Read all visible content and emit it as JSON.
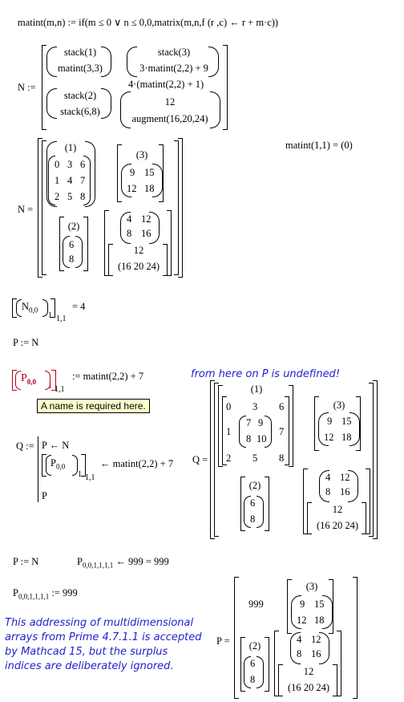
{
  "line1": "matint(m,n) := if(m ≤ 0 ∨ n ≤ 0,0,matrix(m,n,f (r ,c) ← r + m·c))",
  "def_N": {
    "lhs": "N :=",
    "c11a": "stack(1)",
    "c11b": "matint(3,3)",
    "c12a": "stack(3)",
    "c12b": "3·matint(2,2) + 9",
    "c21a": "stack(2)",
    "c21b": "stack(6,8)",
    "c22a": "4·(matint(2,2) + 1)",
    "c22b": "12",
    "c22c": "augment(16,20,24)"
  },
  "eval_N": {
    "lhs": "N =",
    "m1": [
      "(1)"
    ],
    "m1grid": [
      "0",
      "3",
      "6",
      "1",
      "4",
      "7",
      "2",
      "5",
      "8"
    ],
    "m2": "(3)",
    "m2grid": [
      "9",
      "15",
      "12",
      "18"
    ],
    "m3": "(2)",
    "m3a": "6",
    "m3b": "8",
    "m4grid": [
      "4",
      "12",
      "8",
      "16"
    ],
    "m4c": "12",
    "m4d": "(16  20  24)"
  },
  "matint11": "matint(1,1) = (0)",
  "nsub": {
    "lhs": "N",
    "sub1": "0,0",
    "sub2": "1",
    "sub3": "1,1",
    "result": "= 4"
  },
  "passign": "P := N",
  "pred": {
    "lhs": "P",
    "sub1": "0,0",
    "sub2": "1",
    "sub3": "1,1",
    "rhs": ":= matint(2,2) + 7"
  },
  "tooltip": "A name is required here.",
  "note1": "from here on P is undefined!",
  "q": {
    "lhs": "Q :=",
    "l1": "P ← N",
    "l2a": "P",
    "l2sub1": "0,0",
    "l2sub2": "1",
    "l2sub3": "1,1",
    "l2rhs": "← matint(2,2) + 7",
    "l3": "P",
    "eq": "Q ="
  },
  "qmat": {
    "top": "(1)",
    "grid": [
      "0",
      "3",
      "6",
      "1",
      "7",
      "9",
      "8",
      "10",
      "7",
      "2",
      "5",
      "8"
    ],
    "m2": "(3)",
    "m2grid": [
      "9",
      "15",
      "12",
      "18"
    ],
    "m3": "(2)",
    "m3a": "6",
    "m3b": "8",
    "m4grid": [
      "4",
      "12",
      "8",
      "16"
    ],
    "m4c": "12",
    "m4d": "(16  20  24)"
  },
  "p2": {
    "lhs": "P := N",
    "expr": "P",
    "sub": "0,0,1,1,1,1",
    "rhs": "← 999 = 999"
  },
  "p3": {
    "lhs": "P",
    "sub": "0,0,1,1,1,1",
    "rhs": ":= 999"
  },
  "note2": [
    "This addressing of multidimensional",
    "arrays from Prime 4.7.1.1 is accepted",
    "by Mathcad 15, but the surplus",
    "indices are deliberately ignored."
  ],
  "pmat": {
    "eq": "P =",
    "v999": "999",
    "m2": "(3)",
    "m2grid": [
      "9",
      "15",
      "12",
      "18"
    ],
    "m3": "(2)",
    "m3a": "6",
    "m3b": "8",
    "m4grid": [
      "4",
      "12",
      "8",
      "16"
    ],
    "m4c": "12",
    "m4d": "(16  20  24)"
  }
}
